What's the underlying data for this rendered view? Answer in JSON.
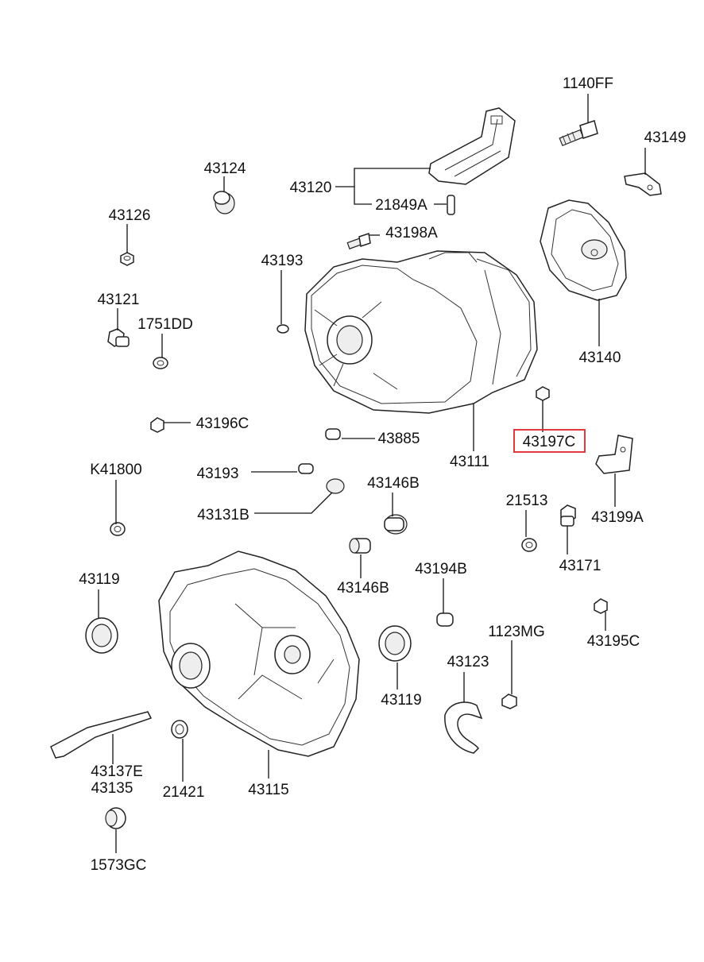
{
  "highlight_color": "#e0242b",
  "labels": {
    "p1140FF": "1140FF",
    "p43149": "43149",
    "p43124": "43124",
    "p43120": "43120",
    "p21849A": "21849A",
    "p43126": "43126",
    "p43198A": "43198A",
    "p43193_top": "43193",
    "p43121": "43121",
    "p1751DD": "1751DD",
    "p43140": "43140",
    "p43196C": "43196C",
    "p43885": "43885",
    "p43197C": "43197C",
    "p43111": "43111",
    "pK41800": "K41800",
    "p43193_mid": "43193",
    "p43146B_top": "43146B",
    "p43131B": "43131B",
    "p21513": "21513",
    "p43199A": "43199A",
    "p43171": "43171",
    "p43119_left": "43119",
    "p43194B": "43194B",
    "p43146B_bot": "43146B",
    "p1123MG": "1123MG",
    "p43195C": "43195C",
    "p43123": "43123",
    "p43119_right": "43119",
    "p43137E": "43137E",
    "p43135": "43135",
    "p21421": "21421",
    "p43115": "43115",
    "p1573GC": "1573GC"
  }
}
